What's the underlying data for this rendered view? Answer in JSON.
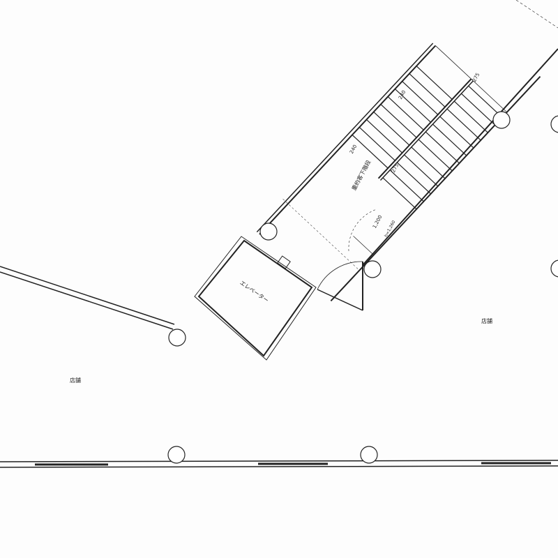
{
  "rooms": {
    "store_left": "店舗",
    "store_right": "店舗",
    "elevator": "エレベーター",
    "stair": "重約客下階段"
  },
  "dimensions": {
    "tread_a": "240",
    "tread_b": "240",
    "tread_c": "275",
    "tread_d": "275",
    "landing": "1,200",
    "height": "h=1,260"
  },
  "colors": {
    "line": "#222222",
    "paper": "#fdfdfd"
  }
}
